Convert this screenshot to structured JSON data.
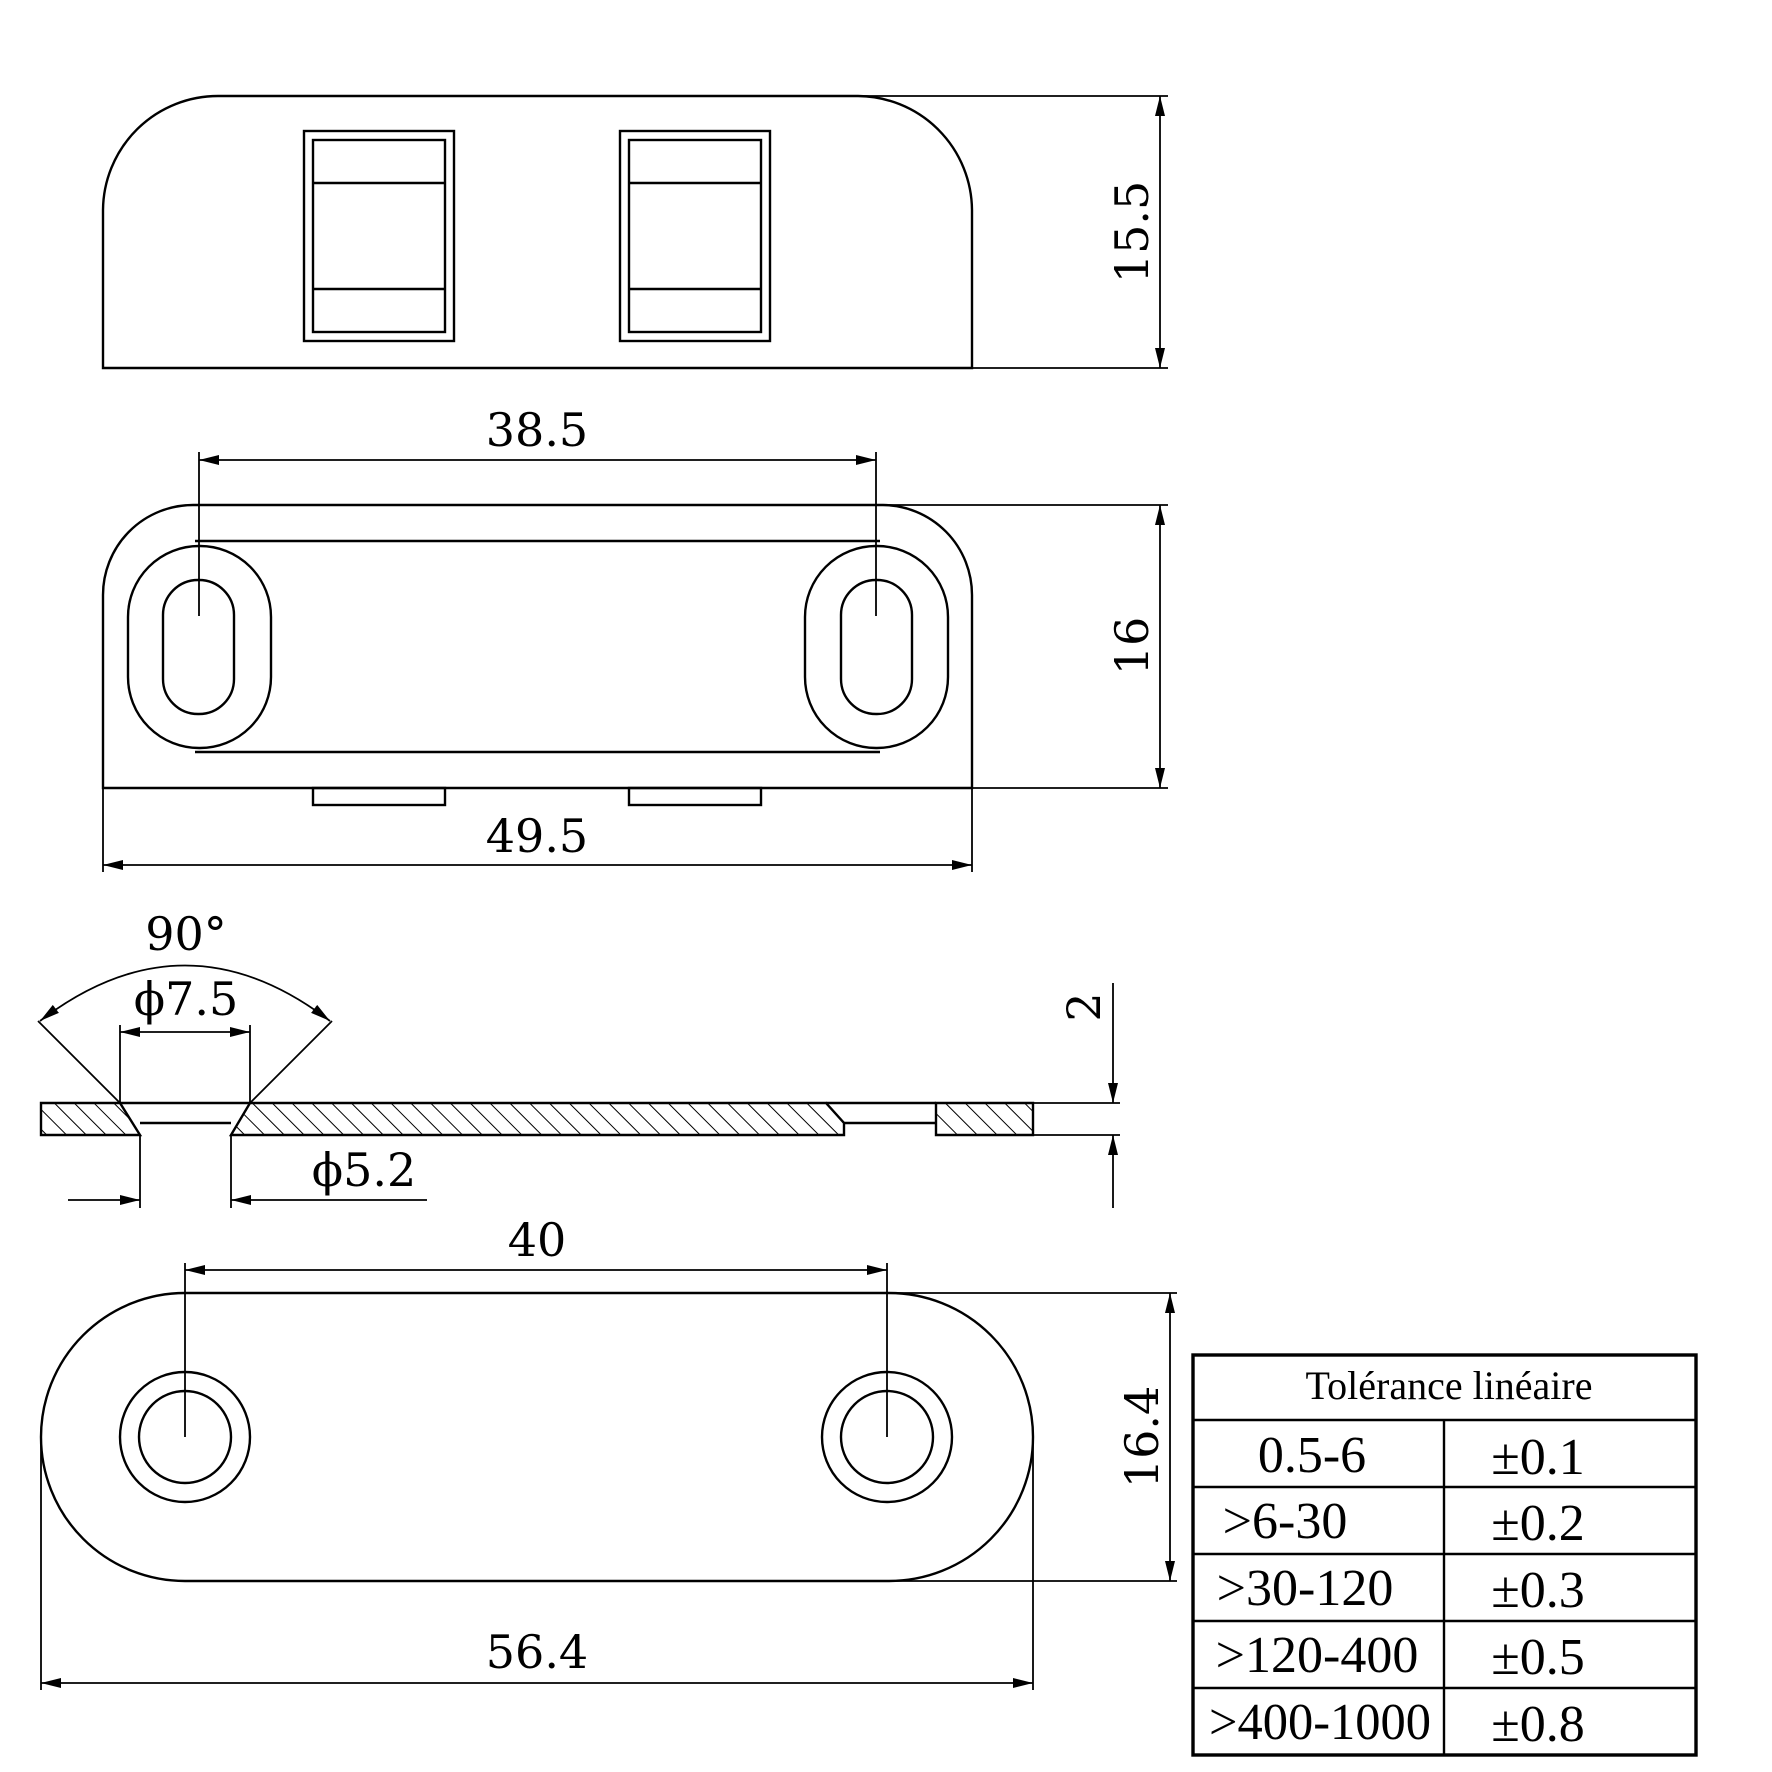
{
  "dimensions": {
    "top_height": "15.5",
    "hole_spacing_a": "38.5",
    "mid_height": "16",
    "mid_width": "49.5",
    "countersink_angle": "90°",
    "countersink_diameter": "ϕ7.5",
    "thickness": "2",
    "hole_diameter": "ϕ5.2",
    "hole_spacing_b": "40",
    "bottom_height": "16.4",
    "bottom_width": "56.4"
  },
  "tolerance_table": {
    "title": "Tolérance linéaire",
    "rows": [
      {
        "range": "0.5-6",
        "tolerance": "±0.1"
      },
      {
        "range": ">6-30",
        "tolerance": "±0.2"
      },
      {
        "range": ">30-120",
        "tolerance": "±0.3"
      },
      {
        "range": ">120-400",
        "tolerance": "±0.5"
      },
      {
        "range": ">400-1000",
        "tolerance": "±0.8"
      }
    ]
  }
}
